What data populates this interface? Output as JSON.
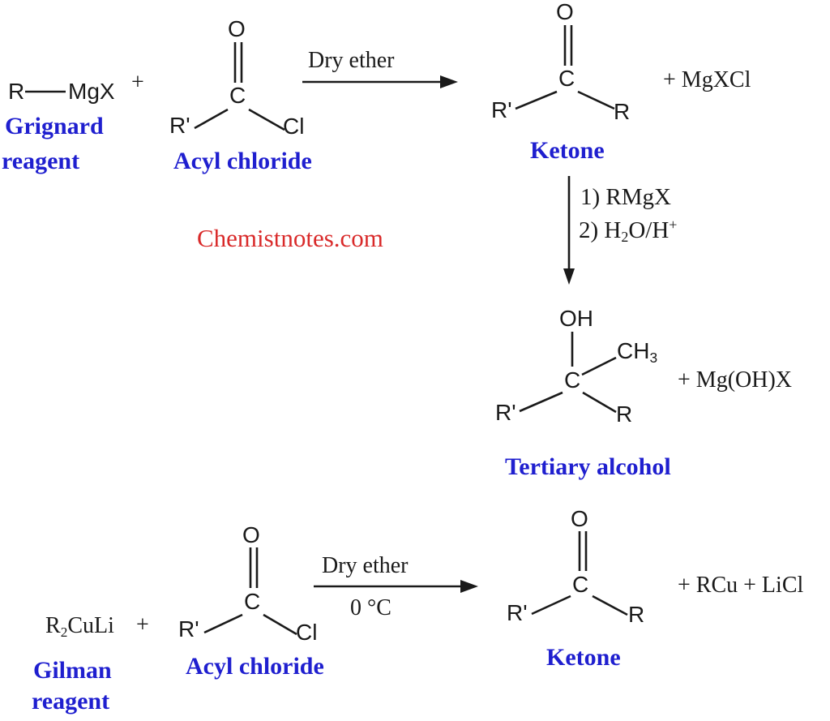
{
  "colors": {
    "label_blue": "#1f1fcf",
    "ink": "#1a1a1a",
    "watermark_red": "#d92a2a"
  },
  "watermark": {
    "text": "Chemistnotes.com"
  },
  "reaction1": {
    "grignard_r": "R",
    "grignard_mgx": "MgX",
    "plus": "+",
    "grignard_label_line1": "Grignard",
    "grignard_label_line2": "reagent",
    "acyl_chloride": {
      "o": "O",
      "c": "C",
      "r_prime": "R'",
      "cl": "Cl",
      "label": "Acyl chloride"
    },
    "condition": "Dry ether",
    "ketone": {
      "o": "O",
      "c": "C",
      "r_prime": "R'",
      "r": "R",
      "label": "Ketone"
    },
    "byproduct": "+ MgXCl",
    "steps": {
      "step1": "1) RMgX",
      "step2_pre": "2) H",
      "step2_sub": "2",
      "step2_mid": "O/H",
      "step2_sup": "+"
    }
  },
  "tertiary": {
    "oh": "OH",
    "c": "C",
    "ch3_pre": "CH",
    "ch3_sub": "3",
    "r_prime": "R'",
    "r": "R",
    "label": "Tertiary alcohol",
    "byproduct": "+ Mg(OH)X"
  },
  "reaction2": {
    "gilman_pre": "R",
    "gilman_sub": "2",
    "gilman_post": "CuLi",
    "plus": "+",
    "gilman_label_line1": "Gilman",
    "gilman_label_line2": "reagent",
    "acyl_chloride": {
      "o": "O",
      "c": "C",
      "r_prime": "R'",
      "cl": "Cl",
      "label": "Acyl chloride"
    },
    "condition_top": "Dry ether",
    "condition_bottom": "0 °C",
    "ketone": {
      "o": "O",
      "c": "C",
      "r_prime": "R'",
      "r": "R",
      "label": "Ketone"
    },
    "byproduct": "+ RCu + LiCl"
  }
}
